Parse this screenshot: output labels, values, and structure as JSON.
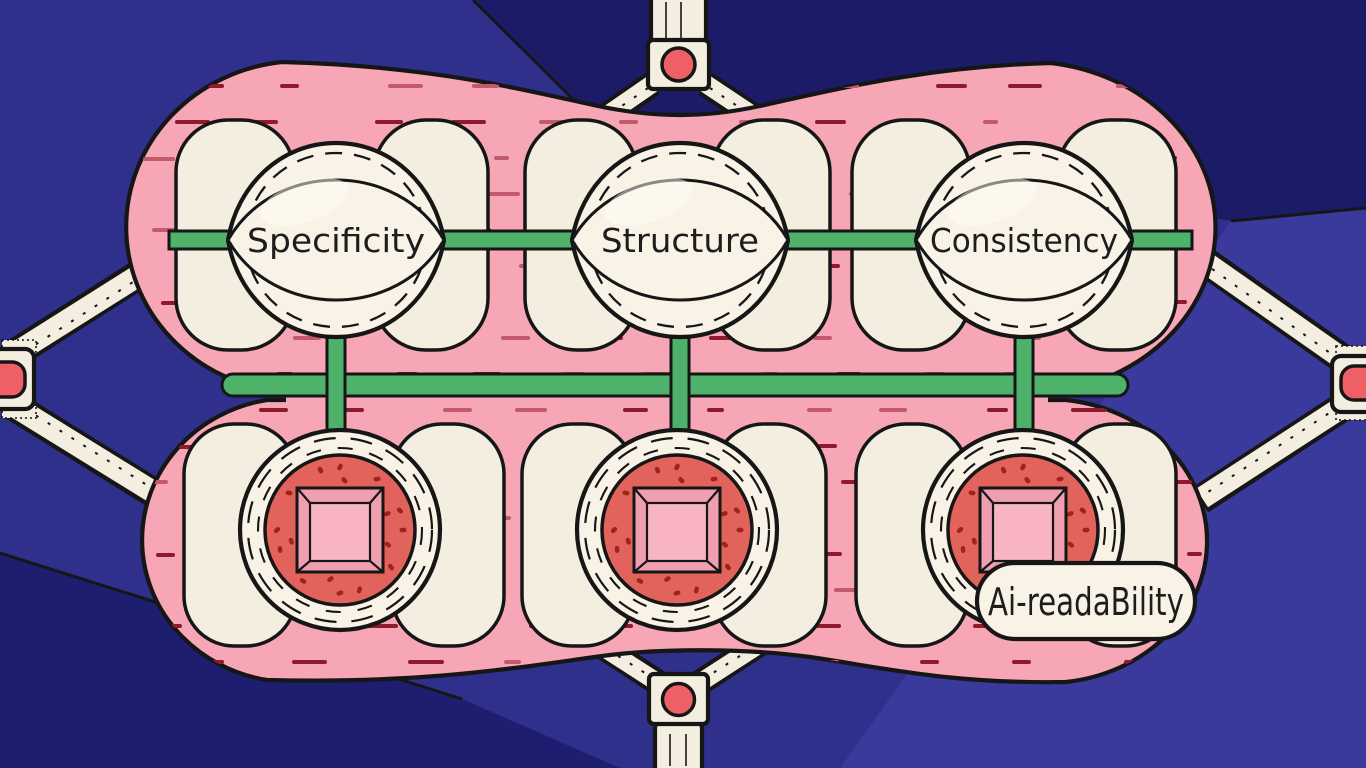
{
  "diagram": {
    "nodes": [
      {
        "id": "specificity",
        "label": "Specificity"
      },
      {
        "id": "structure",
        "label": "Structure"
      },
      {
        "id": "consistency",
        "label": "Consistency"
      }
    ],
    "output": {
      "label": "Ai-readaBility"
    },
    "icons": {
      "top": "signal-tower-icon",
      "bottom": "signal-tower-icon",
      "left": "side-port-icon",
      "right": "side-port-icon"
    }
  },
  "colors": {
    "bg": "#2f2f8c",
    "bg_dark": "#1b1b68",
    "bg_dark2": "#1e1e70",
    "bg_light": "#3a3a9c",
    "outline": "#161616",
    "pink": "#f6a6b4",
    "dash_dark": "#8e1a2c",
    "dash_mid": "#c25a6c",
    "cream": "#f4eee1",
    "node_cream": "#f8f2e7",
    "green": "#4fb26a",
    "red": "#ef5f66",
    "node_red": "#e2635c",
    "dot": "#9e231c",
    "square_frame": "#f09fb0",
    "square_face": "#f8b4c3",
    "square_hilite": "#fbd9df",
    "text": "#1d1d1d"
  },
  "decor": {
    "capsule_dash_rows": 17,
    "node_dot_rings": [
      [
        63,
        12
      ],
      [
        50,
        10
      ]
    ]
  }
}
